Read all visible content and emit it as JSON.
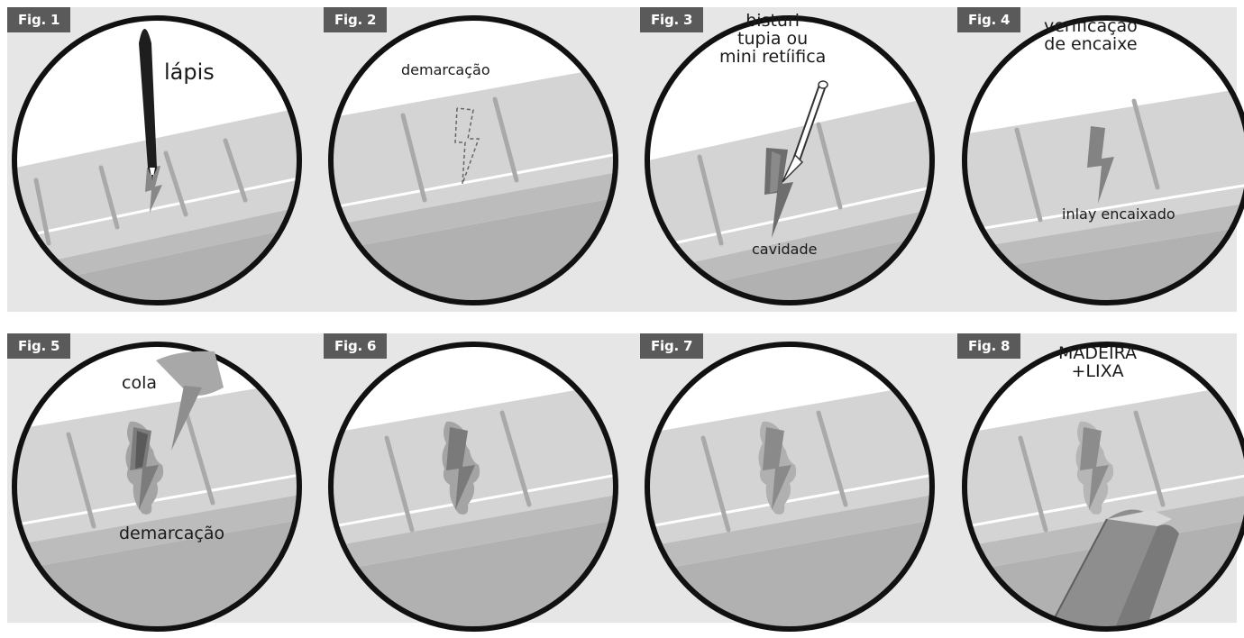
{
  "colors": {
    "band": "#e6e6e6",
    "tag": "#5a5a5a",
    "board": "#d2d2d2",
    "fret": "#a9a9a9",
    "inlay": "#808080",
    "glue": "#a4a4a4"
  },
  "figures": [
    {
      "tag": "Fig. 1",
      "labels": [
        "lápis"
      ]
    },
    {
      "tag": "Fig. 2",
      "labels": [
        "demarcação"
      ]
    },
    {
      "tag": "Fig. 3",
      "labels": [
        "bisturi\ntupia ou\nmini retíifica",
        "cavidade"
      ]
    },
    {
      "tag": "Fig. 4",
      "labels": [
        "verificação\nde encaixe",
        "inlay encaixado"
      ]
    },
    {
      "tag": "Fig. 5",
      "labels": [
        "cola",
        "demarcação"
      ]
    },
    {
      "tag": "Fig. 6",
      "labels": []
    },
    {
      "tag": "Fig. 7",
      "labels": []
    },
    {
      "tag": "Fig. 8",
      "labels": [
        "MADEIRA\n+LIXA"
      ]
    }
  ]
}
